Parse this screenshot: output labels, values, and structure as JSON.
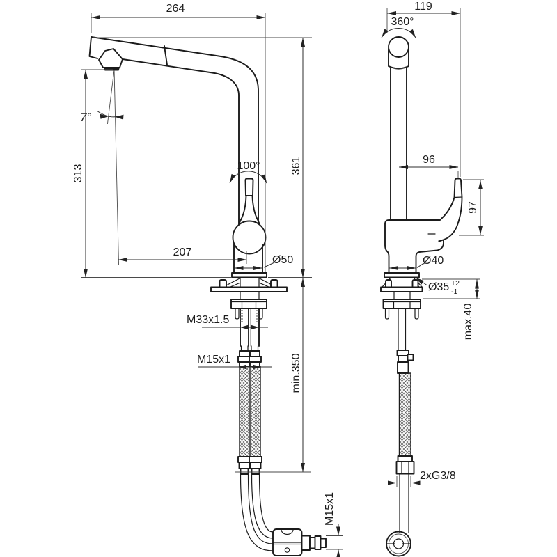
{
  "drawing": {
    "type": "technical-dimension-drawing",
    "subject": "kitchen pull-out spray mixer tap, front and side projection",
    "colors": {
      "background": "#ffffff",
      "object_line": "#1b1b1b",
      "dimension_line": "#2d2d2d",
      "text": "#1c1c1c"
    },
    "labels": {
      "spout_reach": "264",
      "depth": "119",
      "spout_swivel": "360°",
      "tip_angle": "7°",
      "outlet_height": "313",
      "lever_swivel": "100°",
      "total_height": "361",
      "outlet_reach": "207",
      "base_diameter": "Ø50",
      "handle_reach": "96",
      "handle_height": "97",
      "body_diameter": "Ø40",
      "hole_diameter": "Ø35",
      "hole_tol_plus": "+2",
      "hole_tol_minus": "-1",
      "counter_max_thickness": "max.40",
      "shank_thread": "M33x1.5",
      "supply_hose_thread": "M15x1",
      "hose_min_length": "min.350",
      "supply_connection": "2xG3/8",
      "spray_hose_thread": "M15x1"
    }
  }
}
